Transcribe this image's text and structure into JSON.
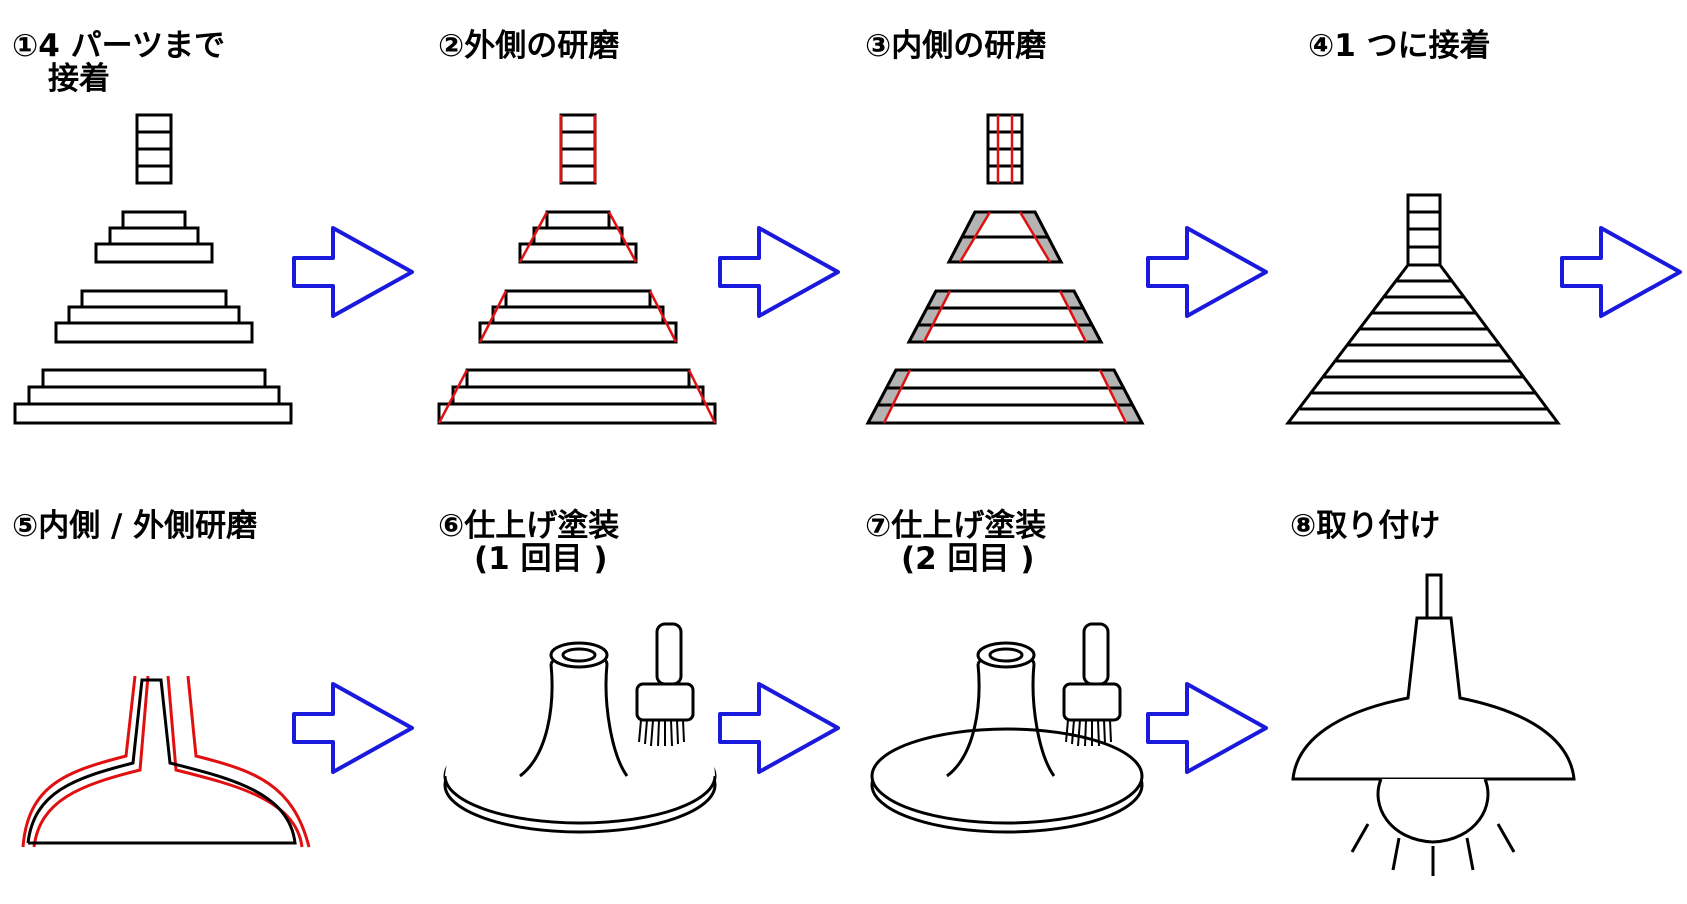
{
  "steps": [
    {
      "line1": "①4 パーツまで",
      "line2": "接着"
    },
    {
      "line1": "②外側の研磨",
      "line2": ""
    },
    {
      "line1": "③内側の研磨",
      "line2": ""
    },
    {
      "line1": "④1 つに接着",
      "line2": ""
    },
    {
      "line1": "⑤内側 / 外側研磨",
      "line2": ""
    },
    {
      "line1": "⑥仕上げ塗装",
      "line2": "(1 回目 )"
    },
    {
      "line1": "⑦仕上げ塗装",
      "line2": "(2 回目 )"
    },
    {
      "line1": "⑧取り付け",
      "line2": ""
    }
  ],
  "colors": {
    "arrow": "#1a1adc",
    "cut": "#e01010",
    "stroke": "#000000",
    "shade": "#b4b4b4"
  }
}
